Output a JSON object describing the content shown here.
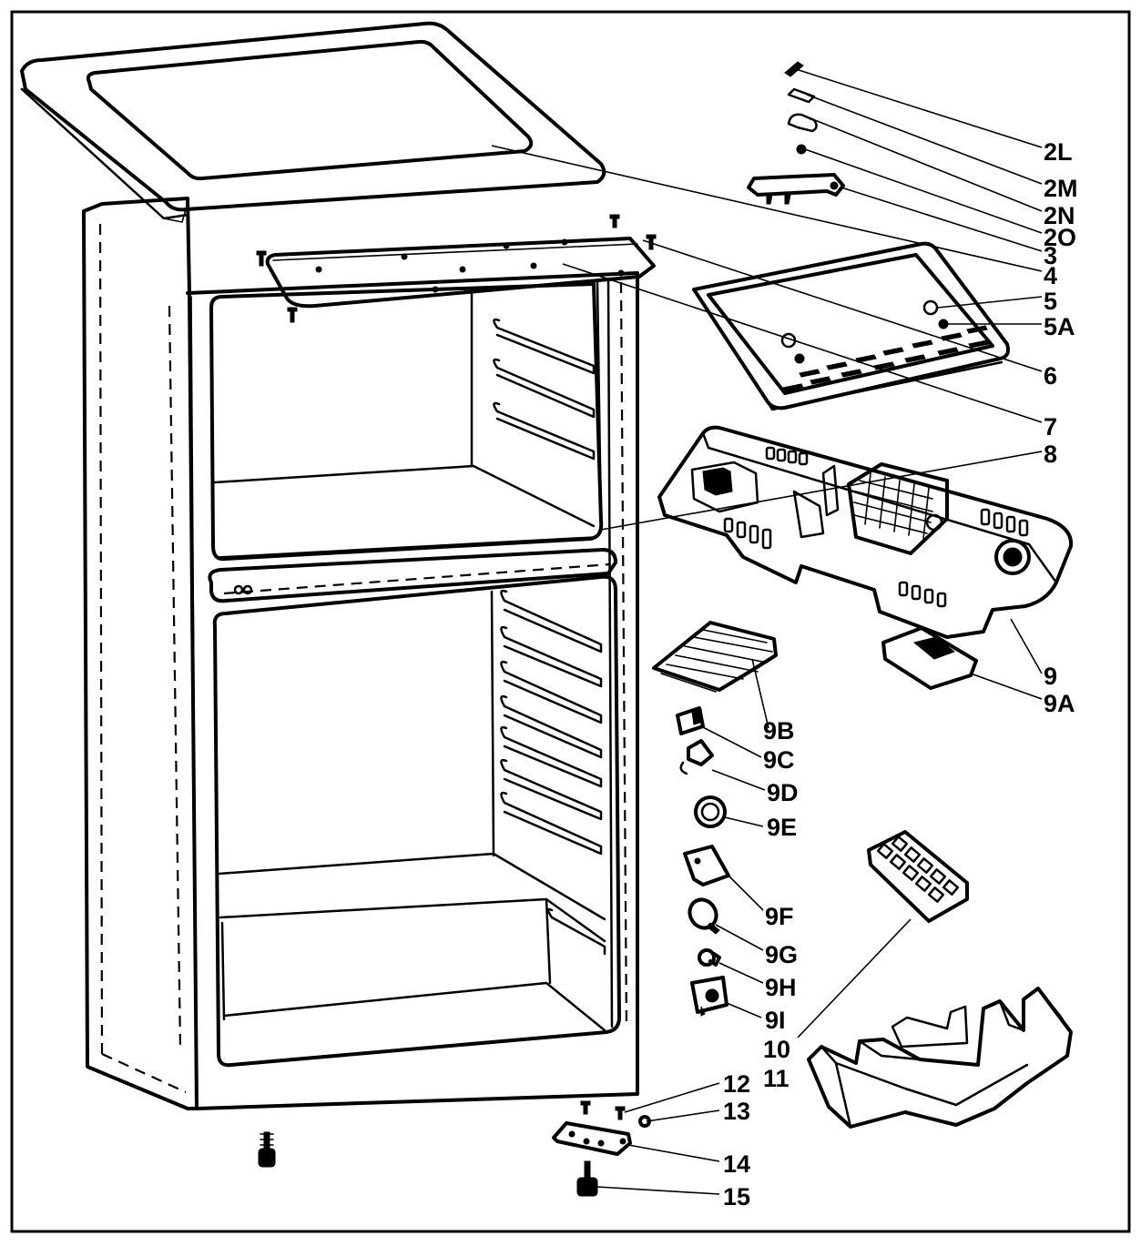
{
  "diagram": {
    "type": "exploded-parts-diagram",
    "callouts": [
      {
        "id": "2L",
        "label": "2L"
      },
      {
        "id": "2M",
        "label": "2M"
      },
      {
        "id": "2N",
        "label": "2N"
      },
      {
        "id": "2O",
        "label": "2O"
      },
      {
        "id": "3",
        "label": "3"
      },
      {
        "id": "4",
        "label": "4"
      },
      {
        "id": "5",
        "label": "5"
      },
      {
        "id": "5A",
        "label": "5A"
      },
      {
        "id": "6",
        "label": "6"
      },
      {
        "id": "7",
        "label": "7"
      },
      {
        "id": "8",
        "label": "8"
      },
      {
        "id": "9",
        "label": "9"
      },
      {
        "id": "9A",
        "label": "9A"
      },
      {
        "id": "9B",
        "label": "9B"
      },
      {
        "id": "9C",
        "label": "9C"
      },
      {
        "id": "9D",
        "label": "9D"
      },
      {
        "id": "9E",
        "label": "9E"
      },
      {
        "id": "9F",
        "label": "9F"
      },
      {
        "id": "9G",
        "label": "9G"
      },
      {
        "id": "9H",
        "label": "9H"
      },
      {
        "id": "9I",
        "label": "9I"
      },
      {
        "id": "10",
        "label": "10"
      },
      {
        "id": "11",
        "label": "11"
      },
      {
        "id": "12",
        "label": "12"
      },
      {
        "id": "13",
        "label": "13"
      },
      {
        "id": "14",
        "label": "14"
      },
      {
        "id": "15",
        "label": "15"
      }
    ]
  }
}
